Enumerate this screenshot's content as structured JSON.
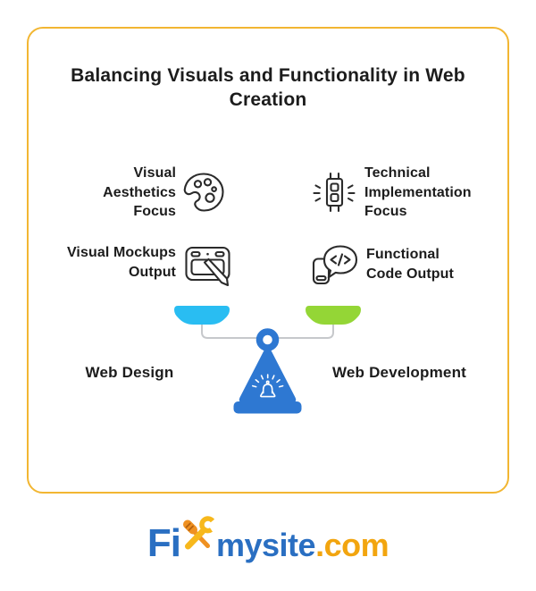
{
  "title": "Balancing Visuals and Functionality in Web Creation",
  "features": [
    {
      "lines": [
        "Visual",
        "Aesthetics",
        "Focus"
      ],
      "icon": "palette-icon"
    },
    {
      "lines": [
        "Technical",
        "Implementation",
        "Focus"
      ],
      "icon": "circuit-component-icon"
    },
    {
      "lines": [
        "Visual Mockups",
        "Output"
      ],
      "icon": "drawing-tablet-icon"
    },
    {
      "lines": [
        "Functional",
        "Code Output"
      ],
      "icon": "code-speech-bubble-icon"
    }
  ],
  "scale": {
    "left_label": "Web Design",
    "right_label": "Web Development",
    "colors": {
      "left_pan": "#29BDF2",
      "right_pan": "#94D636",
      "stand": "#2E78D2",
      "beam": "#C6C8CB"
    }
  },
  "logo": {
    "fi": "Fi",
    "mysite": "mysite",
    "com": ".com",
    "colors": {
      "blue": "#2A6FC2",
      "gold": "#F2A50F",
      "wrench": "#F7B81C",
      "screwdriver": "#EF9122"
    }
  },
  "frame": {
    "border_color": "#F2B632",
    "text_color": "#1C1C1C"
  }
}
